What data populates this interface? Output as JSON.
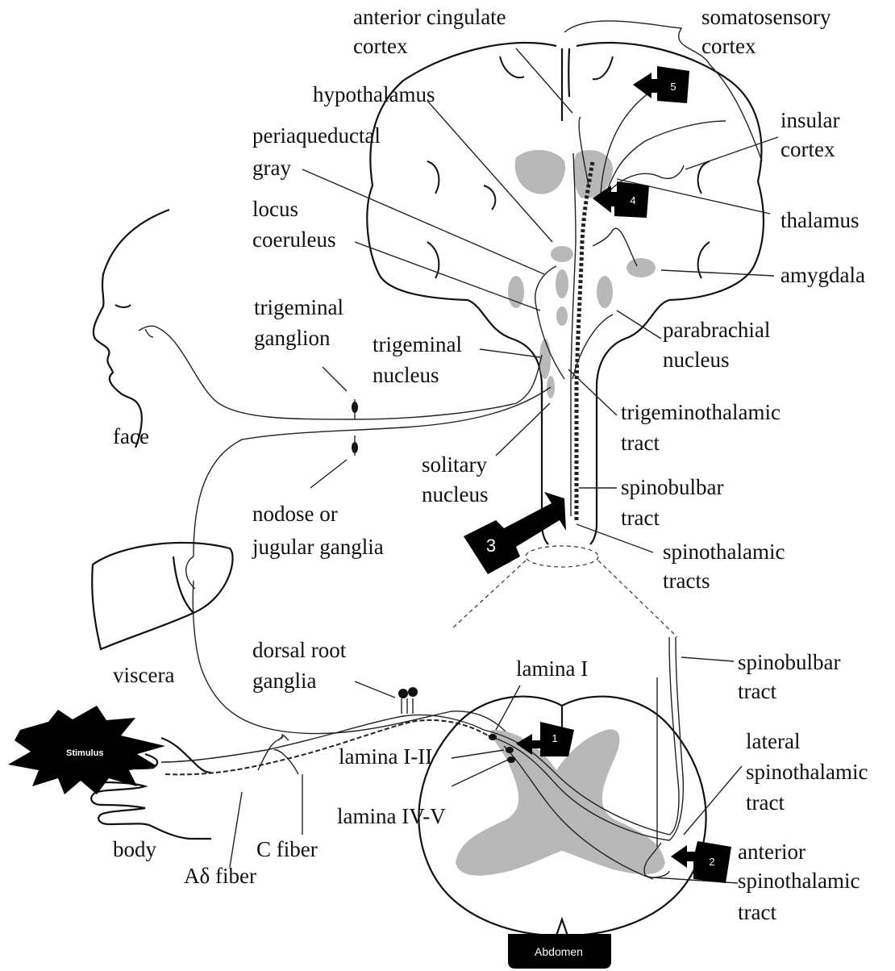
{
  "labels": {
    "anterior_cingulate_cortex": [
      "anterior cingulate",
      "cortex"
    ],
    "somatosensory_cortex": [
      "somatosensory",
      "cortex"
    ],
    "hypothalamus": [
      "hypothalamus"
    ],
    "insular_cortex": [
      "insular",
      "cortex"
    ],
    "periaqueductal_gray": [
      "periaqueductal",
      "gray"
    ],
    "locus_coeruleus": [
      "locus",
      "coeruleus"
    ],
    "thalamus": [
      "thalamus"
    ],
    "amygdala": [
      "amygdala"
    ],
    "trigeminal_ganglion": [
      "trigeminal",
      "ganglion"
    ],
    "trigeminal_nucleus": [
      "trigeminal",
      "nucleus"
    ],
    "parabrachial_nucleus": [
      "parabrachial",
      "nucleus"
    ],
    "face": [
      "face"
    ],
    "trigeminothalamic_tract": [
      "trigeminothalamic",
      "tract"
    ],
    "solitary_nucleus": [
      "solitary",
      "nucleus"
    ],
    "spinobulbar_tract_top": [
      "spinobulbar",
      "tract"
    ],
    "nodose_or_jugular_ganglia": [
      "nodose or",
      "jugular ganglia"
    ],
    "spinothalamic_tracts": [
      "spinothalamic",
      "tracts"
    ],
    "viscera": [
      "viscera"
    ],
    "dorsal_root_ganglia": [
      "dorsal root",
      "ganglia"
    ],
    "lamina_i": [
      "lamina I"
    ],
    "spinobulbar_tract_bottom": [
      "spinobulbar",
      "tract"
    ],
    "lateral_spinothalamic_tract": [
      "lateral",
      "spinothalamic",
      "tract"
    ],
    "lamina_i_ii": [
      "lamina I-II"
    ],
    "lamina_iv_v": [
      "lamina IV-V"
    ],
    "anterior_spinothalamic_tract": [
      "anterior",
      "spinothalamic",
      "tract"
    ],
    "body": [
      "body"
    ],
    "c_fiber": [
      "C fiber"
    ],
    "a_delta_fiber": [
      "Aδ fiber"
    ],
    "stimulus": [
      "Stimulus"
    ]
  },
  "arrows": [
    "1",
    "2",
    "3",
    "4",
    "5"
  ],
  "tab": {
    "label": "Abdomen"
  }
}
